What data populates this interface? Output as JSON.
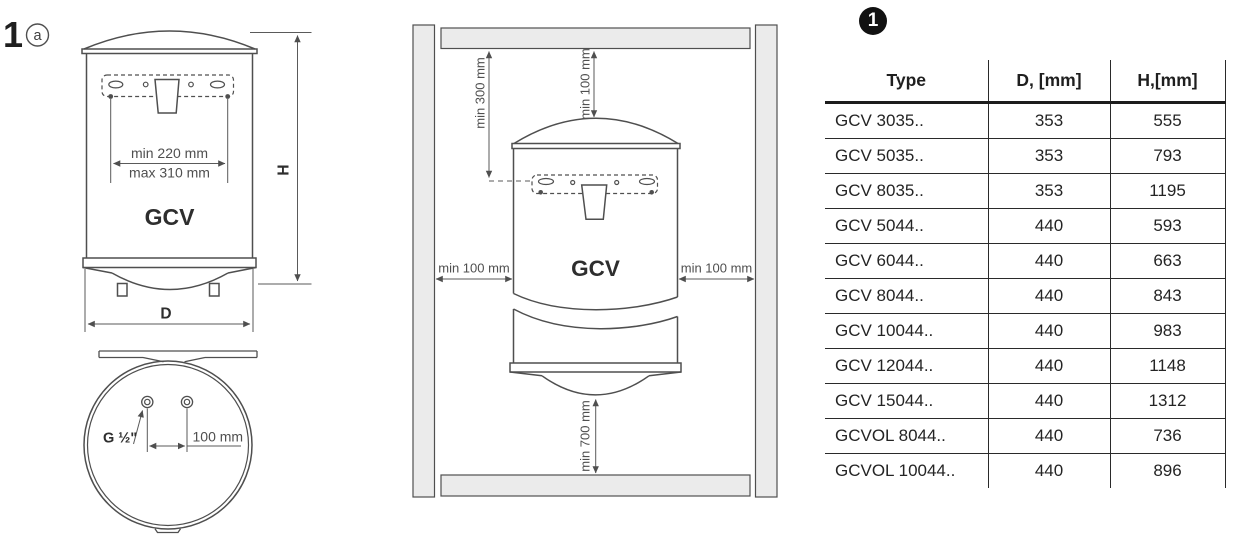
{
  "figure_label": {
    "number": "1",
    "letter": "a"
  },
  "front_view": {
    "product_label": "GCV",
    "bracket_min": "min 220 mm",
    "bracket_max": "max 310 mm",
    "height_label": "H",
    "diameter_label": "D"
  },
  "bottom_view": {
    "thread_label": "G ½\"",
    "pipe_spacing": "100 mm"
  },
  "installation_view": {
    "product_label": "GCV",
    "clearance_bracket_top": "min 300 mm",
    "clearance_top": "min 100 mm",
    "clearance_left": "min 100 mm",
    "clearance_right": "min 100 mm",
    "clearance_bottom": "min 700 mm"
  },
  "spec_table": {
    "badge": "1",
    "headers": [
      "Type",
      "D, [mm]",
      "H,[mm]"
    ],
    "rows": [
      {
        "type": "GCV 3035..",
        "d": "353",
        "h": "555"
      },
      {
        "type": "GCV 5035..",
        "d": "353",
        "h": "793"
      },
      {
        "type": "GCV 8035..",
        "d": "353",
        "h": "1195"
      },
      {
        "type": "GCV 5044..",
        "d": "440",
        "h": "593"
      },
      {
        "type": "GCV 6044..",
        "d": "440",
        "h": "663"
      },
      {
        "type": "GCV 8044..",
        "d": "440",
        "h": "843"
      },
      {
        "type": "GCV 10044..",
        "d": "440",
        "h": "983"
      },
      {
        "type": "GCV 12044..",
        "d": "440",
        "h": "1148"
      },
      {
        "type": "GCV 15044..",
        "d": "440",
        "h": "1312"
      },
      {
        "type": "GCVOL 8044..",
        "d": "440",
        "h": "736"
      },
      {
        "type": "GCVOL 10044..",
        "d": "440",
        "h": "896"
      }
    ]
  },
  "colors": {
    "line": "#4f4f4f",
    "dim_text": "#4f4f4f",
    "wall_fill": "#ebebeb",
    "table_line": "#2a2a2a",
    "badge_bg": "#111111",
    "badge_text": "#ffffff"
  }
}
